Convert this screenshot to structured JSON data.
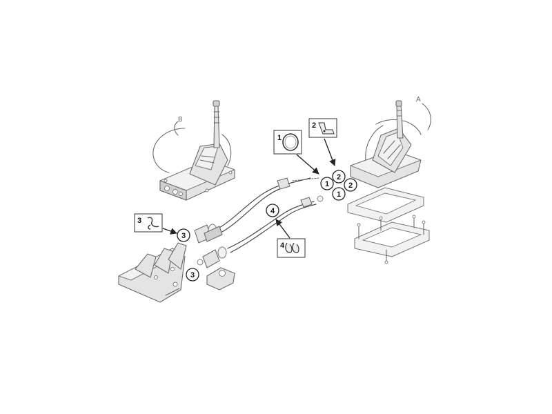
{
  "view_labels": {
    "a": "A",
    "b": "B"
  },
  "callouts": {
    "c1a": "1",
    "c1b": "1",
    "c2a": "2",
    "c2b": "2",
    "c3a": "3",
    "c3b": "3",
    "c4": "4"
  },
  "legend_boxes": {
    "b1": "1",
    "b2": "2",
    "b3": "3",
    "b4": "4"
  },
  "colors": {
    "line": "#6a6a6a",
    "fill": "#e4e4e4",
    "callout": "#222222"
  }
}
